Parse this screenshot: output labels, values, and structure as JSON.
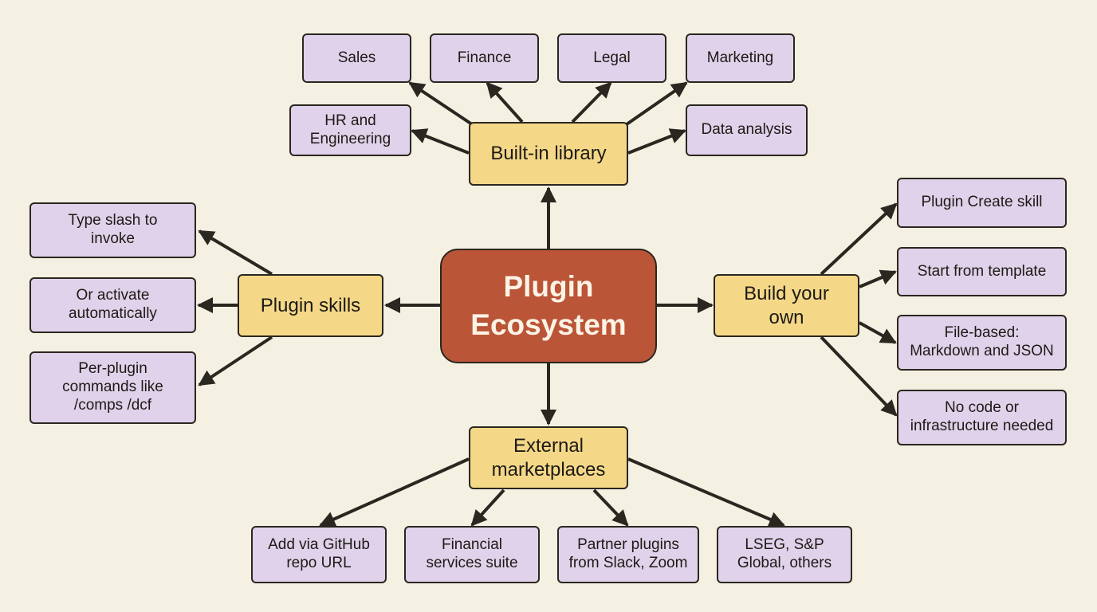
{
  "center": {
    "label": "Plugin\nEcosystem"
  },
  "hubs": {
    "builtin": {
      "label": "Built-in library"
    },
    "skills": {
      "label": "Plugin skills"
    },
    "build": {
      "label": "Build your\nown"
    },
    "external": {
      "label": "External\nmarketplaces"
    }
  },
  "builtin_items": {
    "sales": "Sales",
    "finance": "Finance",
    "legal": "Legal",
    "marketing": "Marketing",
    "hr": "HR and\nEngineering",
    "data": "Data analysis"
  },
  "skills_items": {
    "slash": "Type slash to\ninvoke",
    "activate": "Or activate\nautomatically",
    "commands": "Per-plugin\ncommands like\n/comps /dcf"
  },
  "build_items": {
    "create": "Plugin Create skill",
    "template": "Start from template",
    "filebased": "File-based:\nMarkdown and JSON",
    "nocode": "No code or\ninfrastructure needed"
  },
  "external_items": {
    "github": "Add via GitHub\nrepo URL",
    "financial": "Financial\nservices suite",
    "partner": "Partner plugins\nfrom Slack, Zoom",
    "lseg": "LSEG, S&P\nGlobal, others"
  },
  "colors": {
    "background": "#f4f0e2",
    "center_fill": "#bb5537",
    "hub_fill": "#f4d888",
    "leaf_fill": "#e0d2ea",
    "stroke": "#2a2620"
  }
}
